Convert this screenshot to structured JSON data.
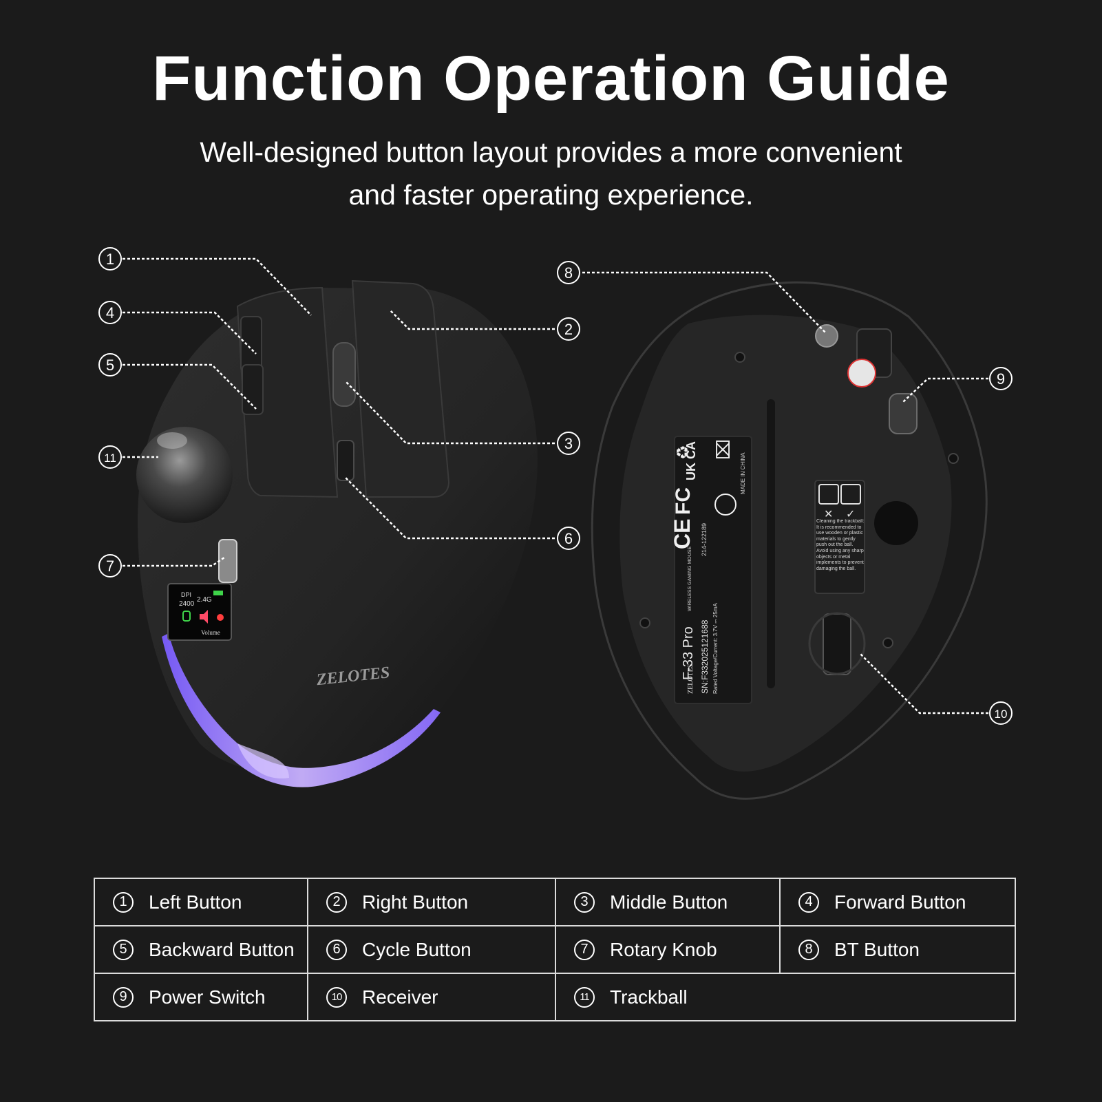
{
  "header": {
    "title": "Function Operation Guide",
    "subtitle_line1": "Well-designed button layout provides a more convenient",
    "subtitle_line2": "and faster operating experience."
  },
  "callouts": [
    "1",
    "2",
    "3",
    "4",
    "5",
    "6",
    "7",
    "8",
    "9",
    "10",
    "11"
  ],
  "device": {
    "brand_logo": "ZELOTES",
    "label_brand": "ZELOTES",
    "label_model": "F-33 Pro",
    "label_type": "WIRELESS GAMING MOUSE",
    "label_sn": "SN:F33202512168​8",
    "label_voltage": "Rated Voltage/Current: 3.7V ⎓ 25mA",
    "label_made_in": "MADE IN CHINA",
    "label_cert_code": "214-122189",
    "screen_dpi_label": "DPI",
    "screen_dpi_value": "2400",
    "screen_mode": "2.4G",
    "screen_volume": "Volume",
    "cleaning_note": "Cleaning the trackball: It is recommended to use wooden or plastic materials to gently push out the ball. Avoid using any sharp objects or metal implements to prevent damaging the ball."
  },
  "legend": {
    "rows": [
      [
        {
          "num": "1",
          "label": "Left Button"
        },
        {
          "num": "2",
          "label": "Right Button"
        },
        {
          "num": "3",
          "label": "Middle Button"
        },
        {
          "num": "4",
          "label": "Forward Button"
        }
      ],
      [
        {
          "num": "5",
          "label": "Backward Button"
        },
        {
          "num": "6",
          "label": "Cycle Button"
        },
        {
          "num": "7",
          "label": "Rotary Knob"
        },
        {
          "num": "8",
          "label": "BT Button"
        }
      ],
      [
        {
          "num": "9",
          "label": "Power Switch"
        },
        {
          "num": "10",
          "label": "Receiver"
        },
        {
          "num": "11",
          "label": "Trackball"
        }
      ]
    ]
  },
  "colors": {
    "background": "#1b1b1b",
    "accent_glow": "#a98cff",
    "line": "#ffffff"
  }
}
